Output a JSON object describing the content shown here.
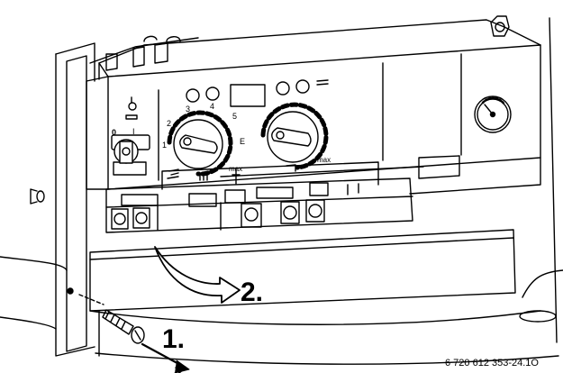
{
  "diagram": {
    "steps": [
      {
        "label": "1."
      },
      {
        "label": "2."
      }
    ],
    "left_dial": {
      "scale_labels": [
        "1",
        "2",
        "3",
        "4",
        "5",
        "E",
        "max"
      ]
    },
    "right_dial": {
      "scale_labels": [
        "max"
      ]
    },
    "main_switch": {
      "labels": [
        "0",
        "I"
      ]
    },
    "figure_code": "6 720 612 353-24.1O"
  }
}
